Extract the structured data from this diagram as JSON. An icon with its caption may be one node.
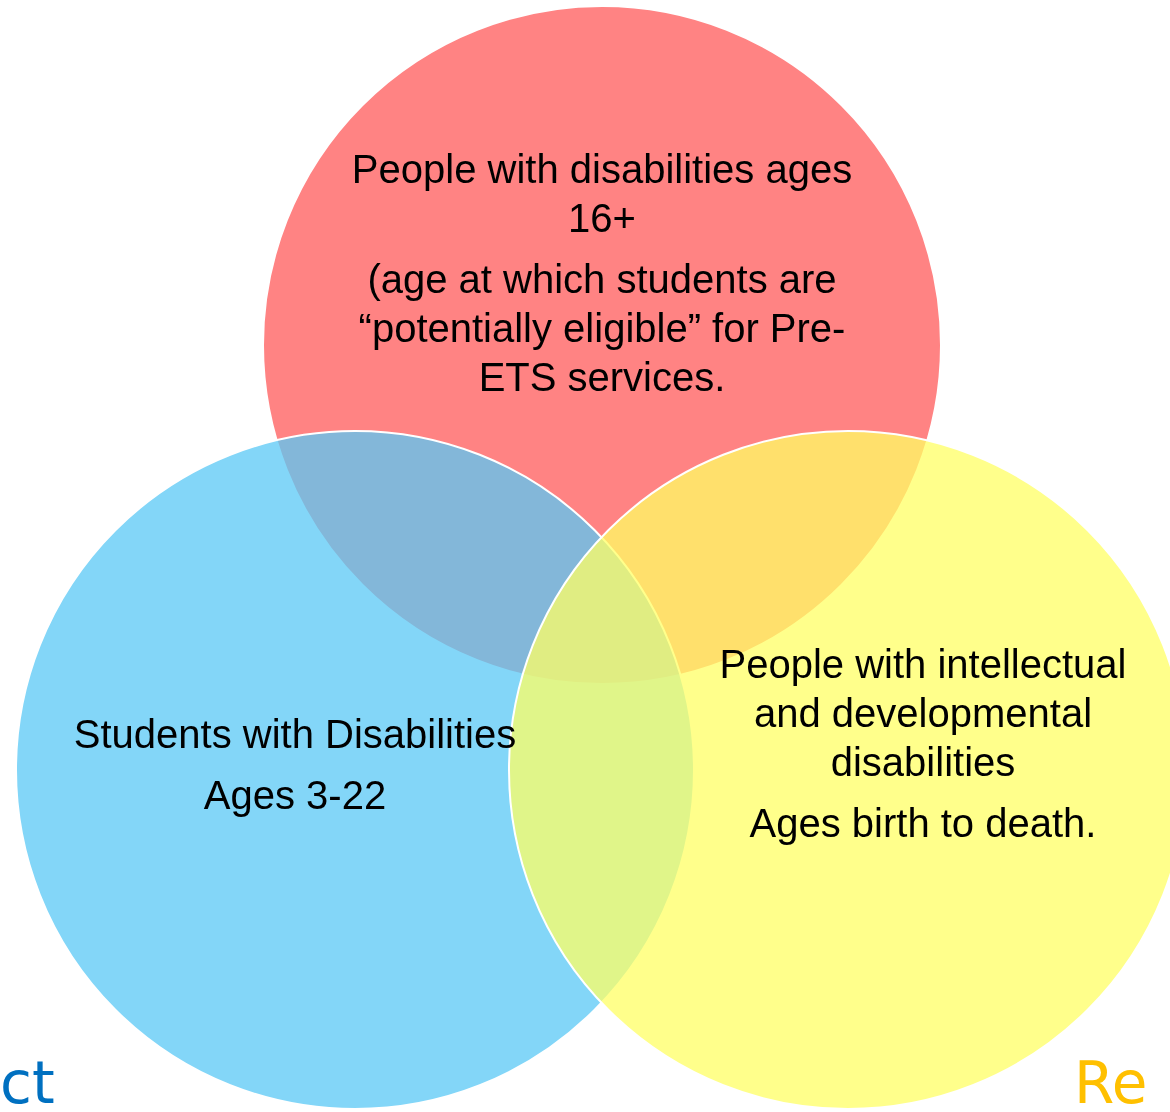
{
  "diagram": {
    "nodes": [
      {
        "text": [
          "People with disabilities ages 16+",
          "(age at which students are “potentially eligible” for Pre-ETS services."
        ]
      },
      {
        "text": [
          "Students with Disabilities",
          "Ages 3-22"
        ]
      },
      {
        "text": [
          "People with intellectual and developmental disabilities",
          "Ages birth to death."
        ]
      }
    ],
    "labels": [
      "ct",
      "Re"
    ]
  }
}
